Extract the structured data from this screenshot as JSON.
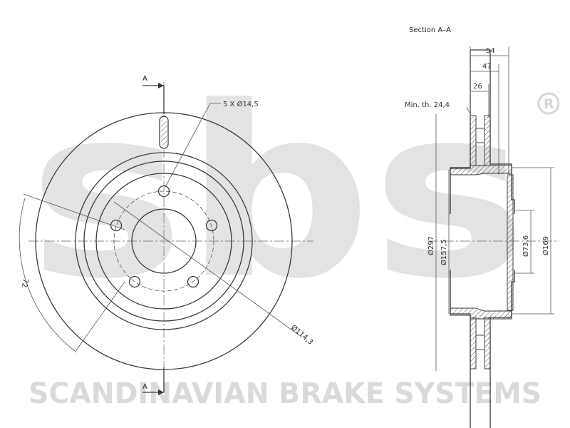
{
  "watermark": {
    "brand_letters": "sbs",
    "registered_mark": "R",
    "company": "SCANDINAVIAN BRAKE SYSTEMS",
    "color": "#d9d9d9"
  },
  "front_view": {
    "section_marker_top": "A",
    "section_marker_bottom": "A",
    "bolt_pattern": "5 X Ø14,5",
    "pcd": "Ø114,3",
    "angle": "72"
  },
  "section_view": {
    "title": "Section A–A",
    "dims": {
      "overall_thickness": "54",
      "hub_depth": "47",
      "disc_thickness": "26",
      "min_thickness": "Min. th. 24,4",
      "outer_diameter": "Ø297",
      "hat_diameter": "Ø157,5",
      "center_bore": "Ø73,6",
      "hub_diameter": "Ø169"
    }
  }
}
